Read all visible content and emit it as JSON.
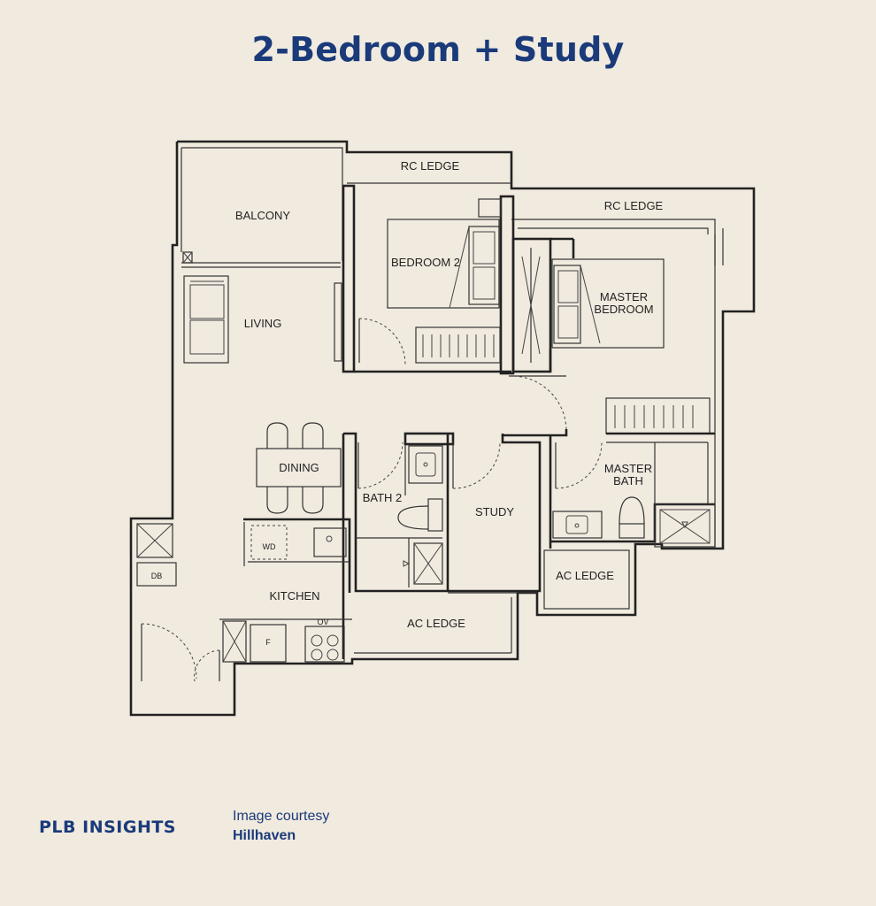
{
  "title": "2-Bedroom + Study",
  "rooms": {
    "rc_ledge_1": "RC LEDGE",
    "rc_ledge_2": "RC LEDGE",
    "balcony": "BALCONY",
    "bedroom_2": "BEDROOM 2",
    "master_bedroom_line1": "MASTER",
    "master_bedroom_line2": "BEDROOM",
    "living": "LIVING",
    "dining": "DINING",
    "bath_2": "BATH 2",
    "study": "STUDY",
    "master_bath_line1": "MASTER",
    "master_bath_line2": "BATH",
    "kitchen": "KITCHEN",
    "ac_ledge_1": "AC LEDGE",
    "ac_ledge_2": "AC LEDGE"
  },
  "fixtures": {
    "wd": "WD",
    "db": "DB",
    "fridge": "F",
    "oven": "OV"
  },
  "footer": {
    "logo": "PLB INSIGHTS",
    "courtesy": "Image courtesy",
    "source": "Hillhaven"
  }
}
